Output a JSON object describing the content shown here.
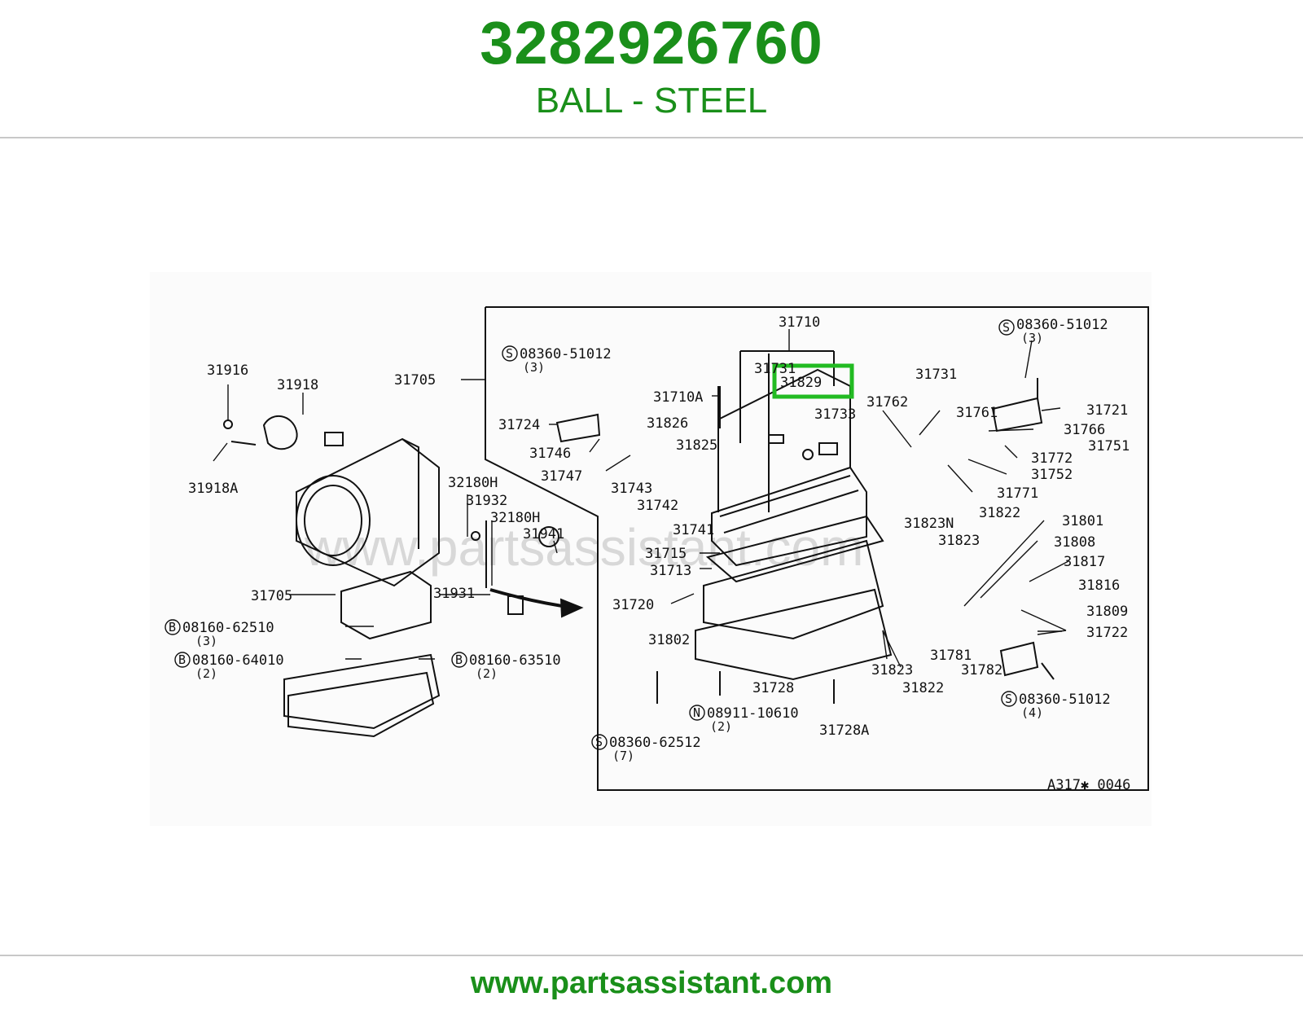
{
  "header": {
    "part_number": "3282926760",
    "part_name": "BALL - STEEL"
  },
  "footer": {
    "url": "www.partsassistant.com"
  },
  "diagram": {
    "watermark": "www.partsassistant.com",
    "ref_code": "A317✱ 0046",
    "highlighted_part": "31829",
    "labels": {
      "l31916": "31916",
      "l31918": "31918",
      "l31918A": "31918A",
      "l31705a": "31705",
      "l31705b": "31705",
      "l32180H_a": "32180H",
      "l31932": "31932",
      "l32180H_b": "32180H",
      "l31941": "31941",
      "l31931": "31931",
      "b08160_62510": "08160-62510",
      "b08160_62510_q": "(3)",
      "b08160_64010": "08160-64010",
      "b08160_64010_q": "(2)",
      "b08160_63510": "08160-63510",
      "b08160_63510_q": "(2)",
      "s08360_51012_a": "08360-51012",
      "s08360_51012_a_q": "(3)",
      "l31710": "31710",
      "l31731x": "31731",
      "l31829": "31829",
      "l31710A": "31710A",
      "l31733": "31733",
      "l31731": "31731",
      "s08360_51012_b": "08360-51012",
      "s08360_51012_b_q": "(3)",
      "l31721": "31721",
      "l31762": "31762",
      "l31761": "31761",
      "l31766": "31766",
      "l31724": "31724",
      "l31826": "31826",
      "l31825": "31825",
      "l31746": "31746",
      "l31747": "31747",
      "l31743": "31743",
      "l31742": "31742",
      "l31741": "31741",
      "l31751": "31751",
      "l31772": "31772",
      "l31752": "31752",
      "l31771": "31771",
      "l31823N": "31823N",
      "l31822a": "31822",
      "l31823a": "31823",
      "l31715": "31715",
      "l31713": "31713",
      "l31720": "31720",
      "l31802": "31802",
      "l31801": "31801",
      "l31808": "31808",
      "l31817": "31817",
      "l31816": "31816",
      "l31809": "31809",
      "l31722": "31722",
      "l31781": "31781",
      "l31782": "31782",
      "l31823b": "31823",
      "l31822b": "31822",
      "l31728": "31728",
      "n08911_10610": "08911-10610",
      "n08911_10610_q": "(2)",
      "l31728A": "31728A",
      "s08360_62512": "08360-62512",
      "s08360_62512_q": "(7)",
      "s08360_51012_c": "08360-51012",
      "s08360_51012_c_q": "(4)",
      "circle_s": "S",
      "circle_b": "B",
      "circle_n": "N"
    }
  },
  "colors": {
    "brand_green": "#1a8f1a",
    "highlight_green": "#22bb22",
    "line": "#111111",
    "rule": "#c8c8c8"
  }
}
